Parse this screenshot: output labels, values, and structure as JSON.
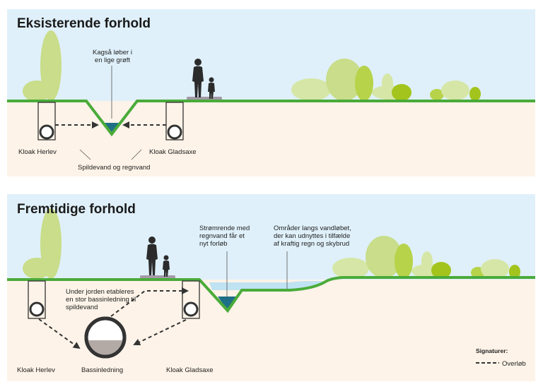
{
  "panels": {
    "existing": {
      "title": "Eksisterende forhold",
      "ditch_note": [
        "Kagså løber i",
        "en lige grøft"
      ],
      "left_sewer": "Kloak Herlev",
      "right_sewer": "Kloak Gladsaxe",
      "flow_note": "Spildevand og regnvand"
    },
    "future": {
      "title": "Fremtidige forhold",
      "stream_note": [
        "Strømrende med",
        "regnvand får et",
        "nyt forløb"
      ],
      "area_note": [
        "Områder langs vandløbet,",
        "der kan udnyttes i tilfælde",
        "af kraftig regn og skybrud"
      ],
      "pipe_note": [
        "Under jorden etableres",
        "en stor bassinledning til",
        "spildevand"
      ],
      "left_sewer": "Kloak Herlev",
      "basin": "Bassinledning",
      "right_sewer": "Kloak Gladsaxe"
    }
  },
  "legend": {
    "title": "Signaturer:",
    "overflow": "Overløb"
  },
  "colors": {
    "sky": "#dff0fa",
    "soil": "#fdf3e8",
    "ground_line": "#4aab3a",
    "water": "#1f6f86",
    "flood_water": "#bfe3f2",
    "tree_light": "#c9dd8a",
    "tree_mid": "#b7d34a",
    "tree_dark": "#a3c41d",
    "people": "#2b2b2b",
    "paving": "#a49aa8"
  },
  "icons": [
    "person-adult-icon",
    "person-child-icon",
    "tree-icon",
    "sewer-pipe-icon"
  ]
}
